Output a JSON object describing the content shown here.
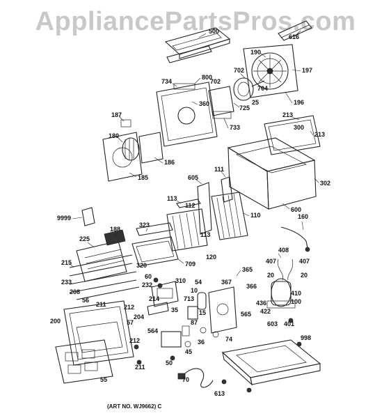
{
  "watermark": "AppliancePartsPros.com",
  "art_number": "(ART NO. WJ9662) C",
  "callouts": [
    "500",
    "616",
    "190",
    "197",
    "800",
    "734",
    "702",
    "702",
    "704",
    "360",
    "725",
    "25",
    "196",
    "733",
    "187",
    "180",
    "186",
    "185",
    "213",
    "300",
    "213",
    "302",
    "111",
    "605",
    "600",
    "113",
    "112",
    "110",
    "160",
    "9999",
    "188",
    "323",
    "113",
    "120",
    "225",
    "709",
    "320",
    "215",
    "233",
    "208",
    "232",
    "214",
    "60",
    "310",
    "54",
    "365",
    "367",
    "366",
    "408",
    "407",
    "407",
    "20",
    "20",
    "10",
    "713",
    "410",
    "436",
    "100",
    "422",
    "56",
    "211",
    "212",
    "57",
    "204",
    "35",
    "15",
    "565",
    "603",
    "401",
    "200",
    "564",
    "87",
    "74",
    "36",
    "45",
    "998",
    "212",
    "211",
    "50",
    "55",
    "70",
    "613"
  ]
}
